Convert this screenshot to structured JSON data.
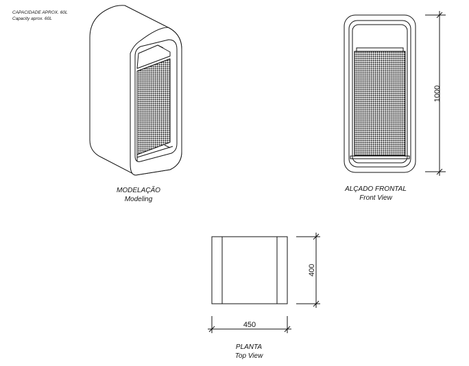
{
  "notes": {
    "capacity_pt": "CAPACIDADE APROX. 60L",
    "capacity_en": "Capacity aprox. 60L"
  },
  "views": {
    "modeling": {
      "title_pt": "MODELAÇÃO",
      "title_en": "Modeling"
    },
    "front": {
      "title_pt": "ALÇADO FRONTAL",
      "title_en": "Front View"
    },
    "top": {
      "title_pt": "PLANTA",
      "title_en": "Top View"
    }
  },
  "dimensions": {
    "height": "1000",
    "depth": "400",
    "width": "450"
  },
  "colors": {
    "line": "#111111",
    "mesh": "#222222"
  }
}
